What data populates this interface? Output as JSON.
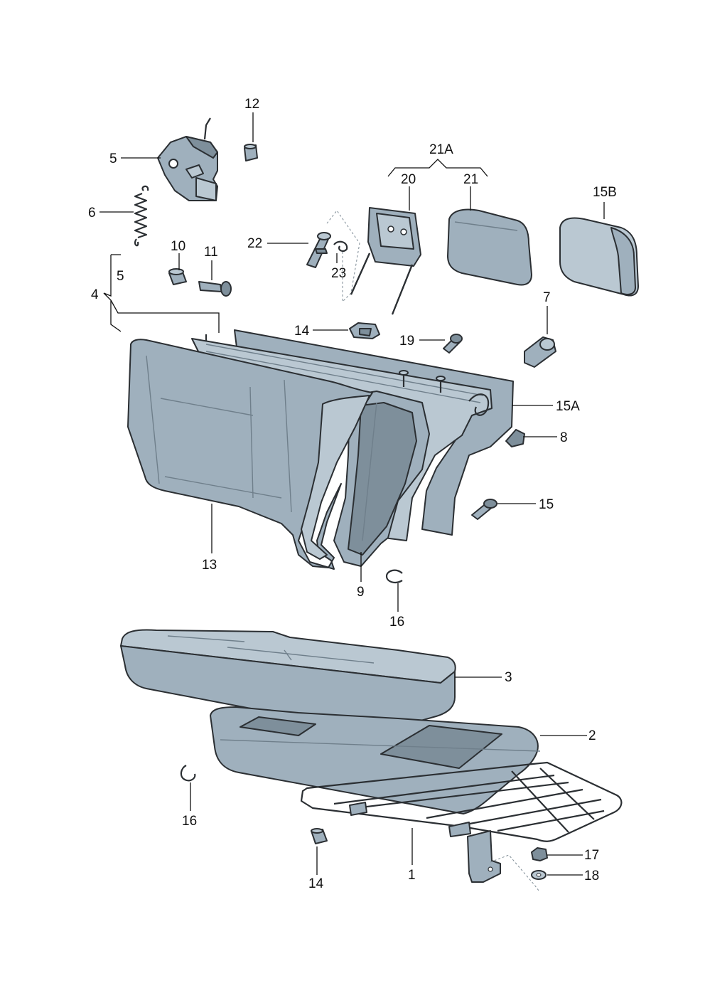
{
  "callouts": {
    "c12": "12",
    "c5_top": "5",
    "c6": "6",
    "c10": "10",
    "c11": "11",
    "c5_group": "5",
    "c4": "4",
    "c22": "22",
    "c23": "23",
    "c21A": "21A",
    "c20": "20",
    "c21": "21",
    "c15B": "15B",
    "c7": "7",
    "c14_top": "14",
    "c19": "19",
    "c15A": "15A",
    "c8": "8",
    "c15": "15",
    "c13": "13",
    "c9": "9",
    "c16_top": "16",
    "c3": "3",
    "c2": "2",
    "c16_bottom": "16",
    "c17": "17",
    "c18": "18",
    "c14_bottom": "14",
    "c1": "1"
  }
}
